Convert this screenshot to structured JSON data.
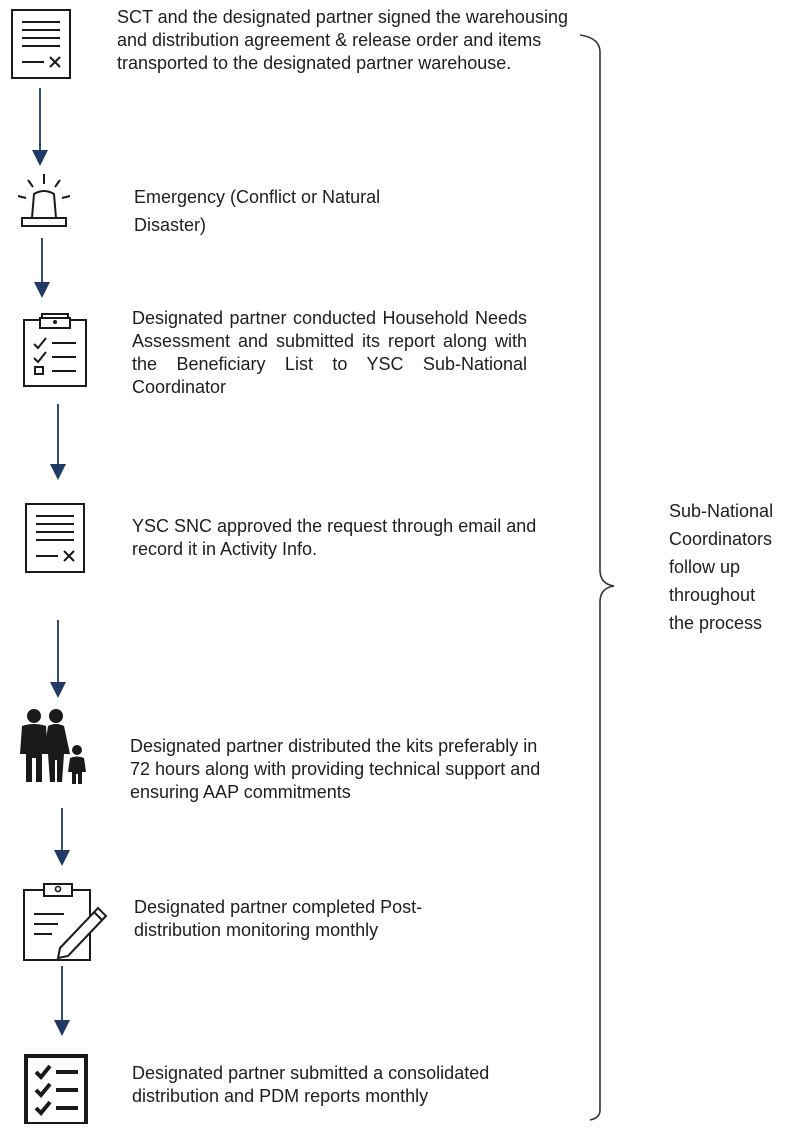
{
  "diagram": {
    "steps": [
      {
        "icon": "document-icon",
        "text": "SCT and the designated partner signed the warehousing and distribution agreement & release order and items transported to the designated partner warehouse."
      },
      {
        "icon": "alarm-siren-icon",
        "text": "Emergency (Conflict or Natural Disaster)"
      },
      {
        "icon": "clipboard-checklist-icon",
        "text": "Designated partner conducted Household Needs Assessment and submitted its report along with the Beneficiary List to YSC Sub-National Coordinator"
      },
      {
        "icon": "document-icon",
        "text": "YSC SNC approved the request through email and record it in Activity Info."
      },
      {
        "icon": "family-icon",
        "text": "Designated partner distributed the kits preferably in 72 hours along with providing technical support and ensuring AAP commitments"
      },
      {
        "icon": "clipboard-pen-icon",
        "text": "Designated partner completed Post-distribution monitoring monthly"
      },
      {
        "icon": "checklist-icon",
        "text": "Designated partner submitted a consolidated distribution and PDM reports monthly"
      }
    ],
    "side_label": "Sub-National\nCoordinators\nfollow up\nthroughout\nthe process",
    "colors": {
      "arrow": "#1f3b63",
      "icon": "#1a1a1a",
      "text": "#1e1e1e"
    }
  }
}
